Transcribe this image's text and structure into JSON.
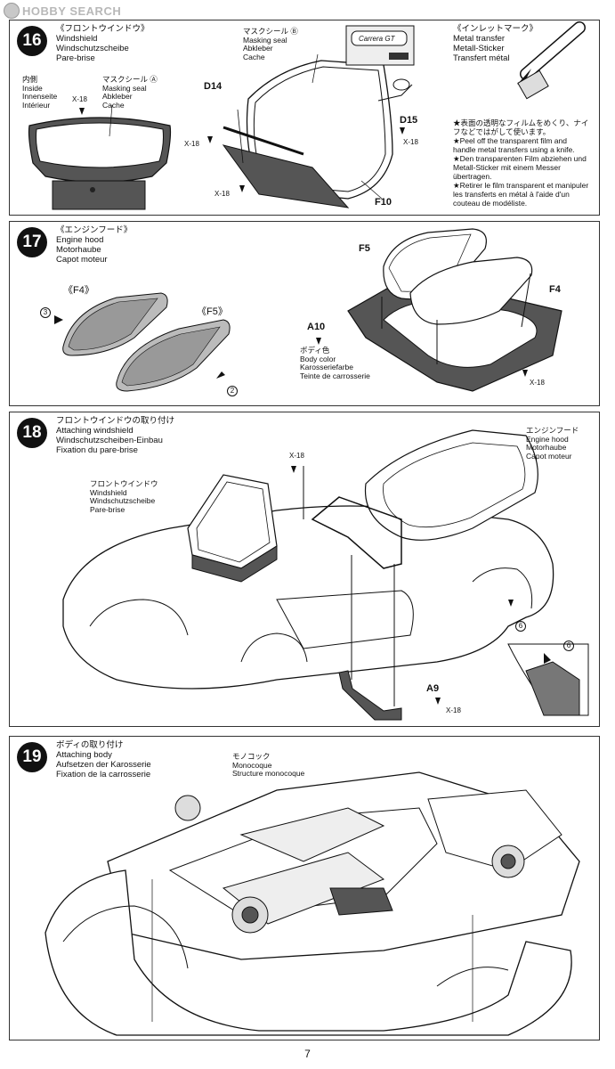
{
  "watermark": {
    "text": "HOBBY SEARCH"
  },
  "step16": {
    "number": "16",
    "title": [
      "《フロントウインドウ》",
      "Windshield",
      "Windschutzscheibe",
      "Pare-brise"
    ],
    "inside": [
      "内側",
      "Inside",
      "Innenseite",
      "Intérieur"
    ],
    "mask_a": [
      "マスクシール Ⓐ",
      "Masking seal",
      "Abkleber",
      "Cache"
    ],
    "mask_b": [
      "マスクシール Ⓑ",
      "Masking seal",
      "Abkleber",
      "Cache"
    ],
    "x18": "X-18",
    "d14": "D14",
    "d15": "D15",
    "f10": "F10",
    "decal_text": "Carrera GT",
    "inlet_title": [
      "《インレットマーク》",
      "Metal transfer",
      "Metall-Sticker",
      "Transfert métal"
    ],
    "inlet_notes": [
      "★表面の透明なフィルムをめくり、ナイフなどではがして使います。",
      "★Peel off the transparent film and handle metal transfers using a knife.",
      "★Den transparenten Film abziehen und Metall-Sticker mit einem Messer übertragen.",
      "★Retirer le film transparent et manipuler les transferts en métal à l'aide d'un couteau de modéliste."
    ]
  },
  "step17": {
    "number": "17",
    "title": [
      "《エンジンフード》",
      "Engine hood",
      "Motorhaube",
      "Capot moteur"
    ],
    "f4_bracket": "《F4》",
    "f5_bracket": "《F5》",
    "f5": "F5",
    "f4": "F4",
    "a10": "A10",
    "body_color": [
      "ボディ色",
      "Body color",
      "Karosseriefarbe",
      "Teinte de carrosserie"
    ],
    "circ3": "3",
    "circ2": "2",
    "x18": "X-18"
  },
  "step18": {
    "number": "18",
    "title": [
      "フロントウインドウの取り付け",
      "Attaching windshield",
      "Windschutzscheiben-Einbau",
      "Fixation du pare-brise"
    ],
    "windshield": [
      "フロントウインドウ",
      "Windshield",
      "Windschutzscheibe",
      "Pare-brise"
    ],
    "engine_hood": [
      "エンジンフード",
      "Engine hood",
      "Motorhaube",
      "Capot moteur"
    ],
    "x18": "X-18",
    "a9": "A9",
    "circ6": "6"
  },
  "step19": {
    "number": "19",
    "title": [
      "ボディの取り付け",
      "Attaching body",
      "Aufsetzen der Karosserie",
      "Fixation de la carrosserie"
    ],
    "monocoque": [
      "モノコック",
      "Monocoque",
      "Structure monocoque"
    ]
  },
  "page_number": "7"
}
